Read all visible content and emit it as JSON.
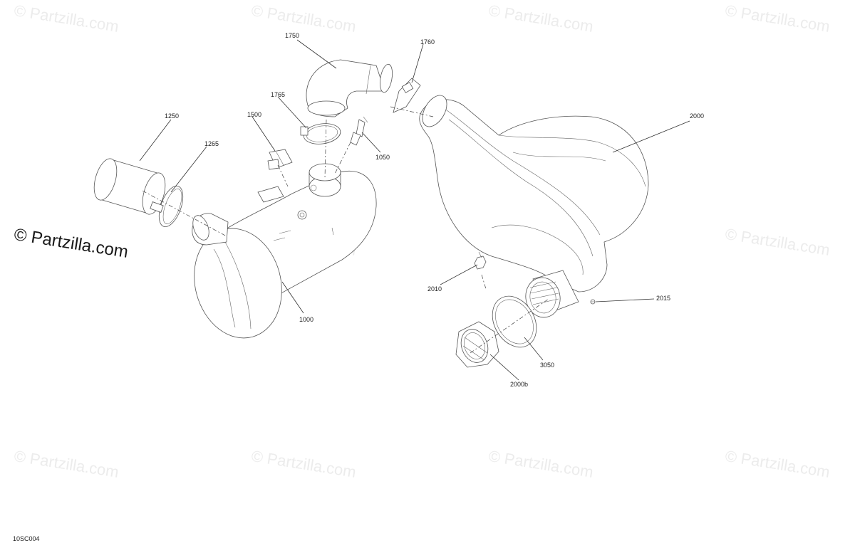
{
  "watermark": {
    "text": "© Partzilla.com"
  },
  "diagram_code": "10SC004",
  "callouts": [
    {
      "id": "1750",
      "label": "1750"
    },
    {
      "id": "1760",
      "label": "1760"
    },
    {
      "id": "1765",
      "label": "1765"
    },
    {
      "id": "1500",
      "label": "1500"
    },
    {
      "id": "1250",
      "label": "1250"
    },
    {
      "id": "1265",
      "label": "1265"
    },
    {
      "id": "1050",
      "label": "1050"
    },
    {
      "id": "2000",
      "label": "2000"
    },
    {
      "id": "2010",
      "label": "2010"
    },
    {
      "id": "2015",
      "label": "2015"
    },
    {
      "id": "3050",
      "label": "3050"
    },
    {
      "id": "2000b",
      "label": "2000b"
    },
    {
      "id": "1000",
      "label": "1000"
    }
  ]
}
